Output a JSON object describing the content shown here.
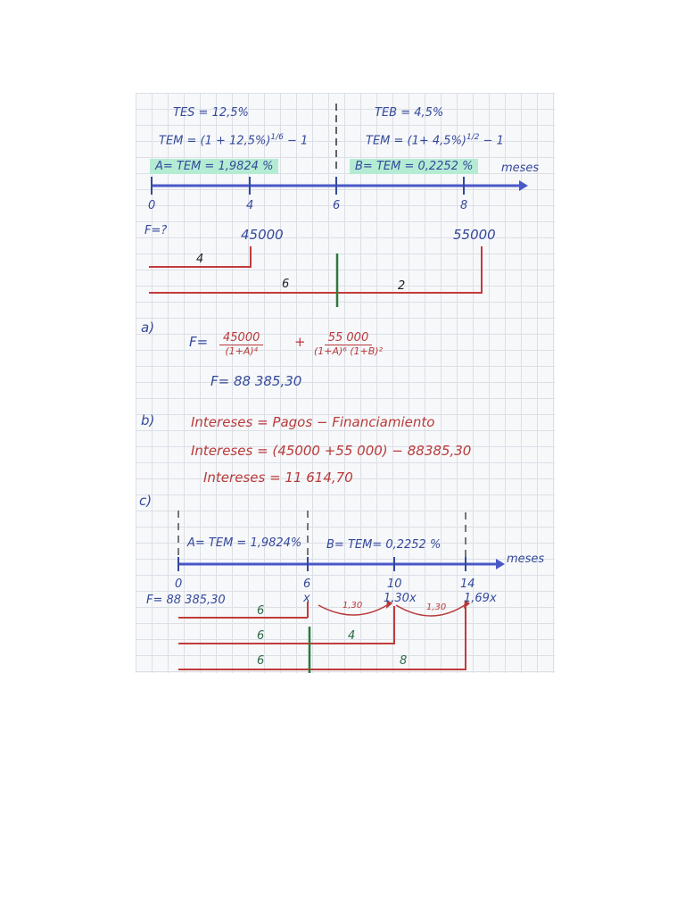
{
  "top": {
    "tes": "TES = 12,5%",
    "tem1_formula": "TEM = (1 + 12,5%)",
    "tem1_exp": "1/6",
    "tem1_tail": "− 1",
    "a_value": "A= TEM = 1,9824 %",
    "teb": "TEB = 4,5%",
    "tem2_formula": "TEM = (1+ 4,5%)",
    "tem2_exp": "1/2",
    "tem2_tail": "− 1",
    "b_value": "B= TEM = 0,2252 %",
    "axis_unit": "meses",
    "ticks": [
      "0",
      "4",
      "6",
      "8"
    ],
    "f_label": "F=?",
    "pay1": "45000",
    "pay2": "55000",
    "seg_4": "4",
    "seg_6": "6",
    "seg_2": "2"
  },
  "part_a": {
    "label": "a)",
    "f_eq": "F=",
    "num1": "45000",
    "den1": "(1+A)⁴",
    "plus": "+",
    "num2": "55 000",
    "den2": "(1+A)⁶ (1+B)²",
    "result": "F=   88 385,30"
  },
  "part_b": {
    "label": "b)",
    "line1": "Intereses = Pagos − Financiamiento",
    "line2": "Intereses = (45000 +55 000) − 88385,30",
    "line3": "Intereses =  11   614,70"
  },
  "part_c": {
    "label": "c)",
    "a_value": "A= TEM = 1,9824% ",
    "b_value": "B= TEM= 0,2252 %",
    "axis_unit": "meses",
    "ticks": [
      "0",
      "6",
      "10",
      "14"
    ],
    "f_value": "F= 88 385,30",
    "x_label": "x",
    "x10": "1,30x",
    "x14": "1,69x",
    "factor1": "1,30",
    "factor2": "1,30",
    "bar1": "6",
    "bar2_left": "6",
    "bar2_right": "4",
    "bar3_left": "6",
    "bar3_right": "8"
  },
  "colors": {
    "ink_blue": "#34499a",
    "ink_red": "#b83a3a",
    "ink_green": "#2b6a44",
    "highlight": "#b4ecd3",
    "axis": "#4a58c8"
  }
}
